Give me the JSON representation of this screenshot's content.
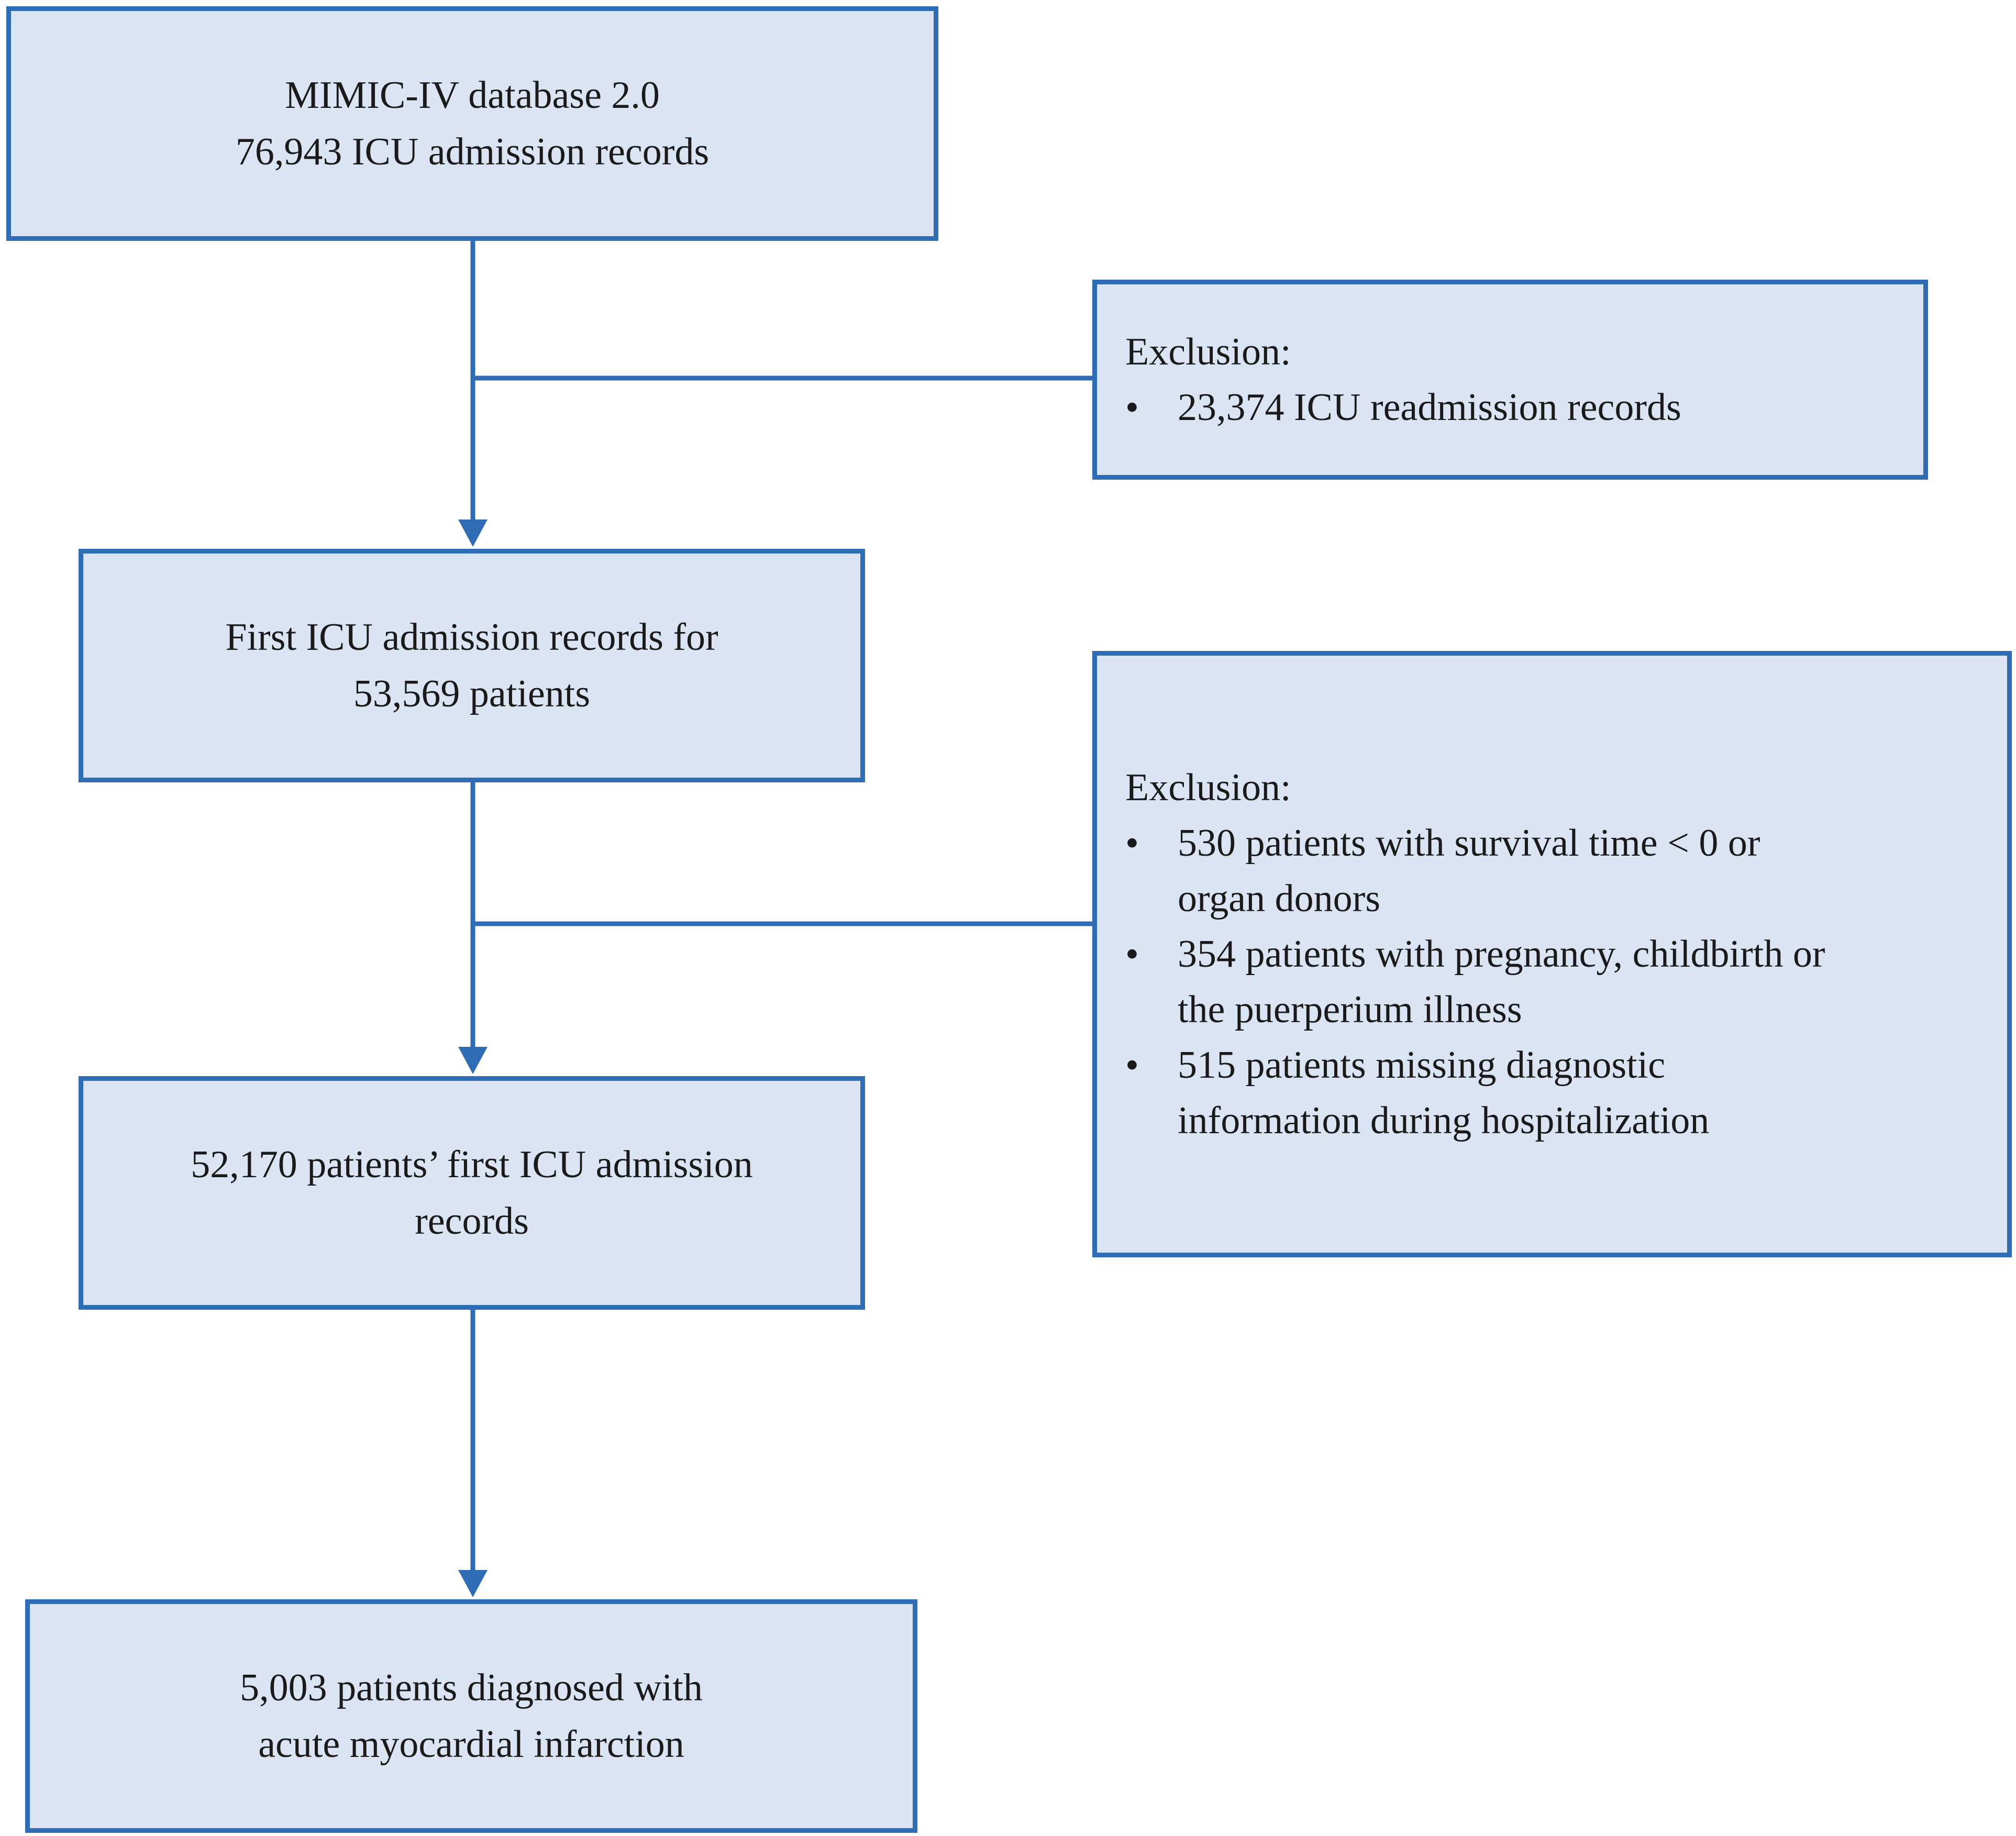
{
  "colors": {
    "box_fill": "#dbe4f2",
    "box_border": "#2e6db5",
    "connector": "#2e6db5",
    "text": "#1a1a1a"
  },
  "flow": {
    "start": {
      "line1": "MIMIC-IV database 2.0",
      "line2": "76,943 ICU admission records"
    },
    "first_admission": {
      "line1": "First ICU admission records for",
      "line2": "53,569 patients"
    },
    "after_exclusion": {
      "line1": "52,170 patients’ first ICU admission",
      "line2": "records"
    },
    "final": {
      "line1": "5,003 patients diagnosed with",
      "line2": "acute myocardial infarction"
    }
  },
  "exclusions": [
    {
      "title": "Exclusion:",
      "items": [
        {
          "lines": [
            "23,374 ICU readmission records"
          ]
        }
      ]
    },
    {
      "title": "Exclusion:",
      "items": [
        {
          "lines": [
            "530 patients with survival time < 0 or",
            "organ donors"
          ]
        },
        {
          "lines": [
            "354 patients with pregnancy, childbirth or",
            "the puerperium illness"
          ]
        },
        {
          "lines": [
            "515 patients missing diagnostic",
            "information during hospitalization"
          ]
        }
      ]
    }
  ],
  "bullet_glyph": "•"
}
